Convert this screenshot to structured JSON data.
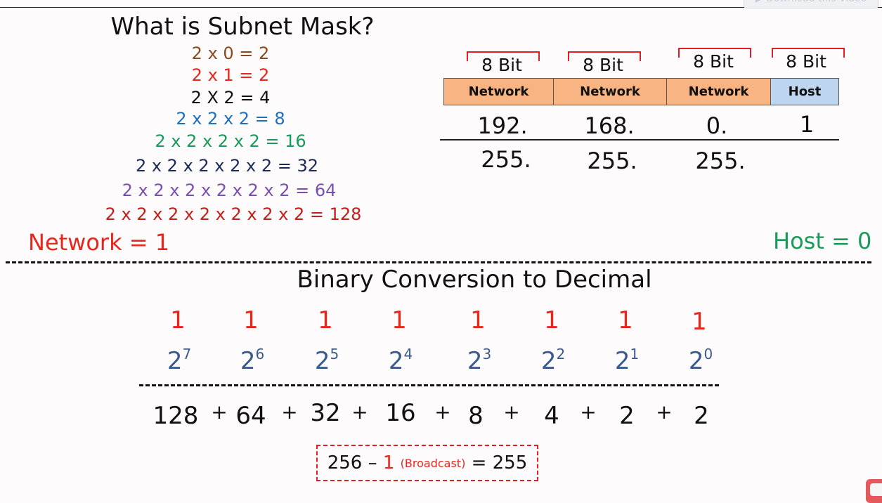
{
  "overlay": {
    "download_label": "▶ Download this Video"
  },
  "title": "What is Subnet Mask?",
  "equations": [
    {
      "text": "2 x 0 = 2",
      "color": "#8b4a1e"
    },
    {
      "text": "2 x 1 = 2",
      "color": "#e8261c"
    },
    {
      "text": "2 X 2 = 4",
      "color": "#111111"
    },
    {
      "text": "2 x 2 x 2 = 8",
      "color": "#1f6fbf"
    },
    {
      "text": "2 x 2 x 2 x 2 = 16",
      "color": "#1a9a5a"
    },
    {
      "text": "2 x 2 x 2 x 2 x 2  = 32",
      "color": "#1c2a5a"
    },
    {
      "text": "2 x 2 x 2 x 2 x 2 x 2  = 64",
      "color": "#7a4fb0"
    },
    {
      "text": "2 x 2 x 2 x 2 x 2 x 2 x 2  = 128",
      "color": "#c0201a"
    }
  ],
  "network_label": "Network = 1",
  "host_label": "Host = 0",
  "octets": [
    {
      "bits": "8 Bit",
      "type": "Network",
      "ip": "192.",
      "mask": "255."
    },
    {
      "bits": "8 Bit",
      "type": "Network",
      "ip": "168.",
      "mask": "255."
    },
    {
      "bits": "8 Bit",
      "type": "Network",
      "ip": "0.",
      "mask": "255."
    },
    {
      "bits": "8 Bit",
      "type": "Host",
      "ip": "1",
      "mask": ""
    }
  ],
  "section_title": "Binary Conversion to Decimal",
  "bits": [
    "1",
    "1",
    "1",
    "1",
    "1",
    "1",
    "1",
    "1"
  ],
  "powers": [
    {
      "base": "2",
      "exp": "7"
    },
    {
      "base": "2",
      "exp": "6"
    },
    {
      "base": "2",
      "exp": "5"
    },
    {
      "base": "2",
      "exp": "4"
    },
    {
      "base": "2",
      "exp": "3"
    },
    {
      "base": "2",
      "exp": "2"
    },
    {
      "base": "2",
      "exp": "1"
    },
    {
      "base": "2",
      "exp": "0"
    }
  ],
  "sum_terms": [
    "128",
    "64",
    "32",
    "16",
    "8",
    "4",
    "2",
    "2"
  ],
  "plus": "+",
  "result": {
    "a": "256 –",
    "b": "1",
    "note": "(Broadcast)",
    "c": "= 255"
  }
}
